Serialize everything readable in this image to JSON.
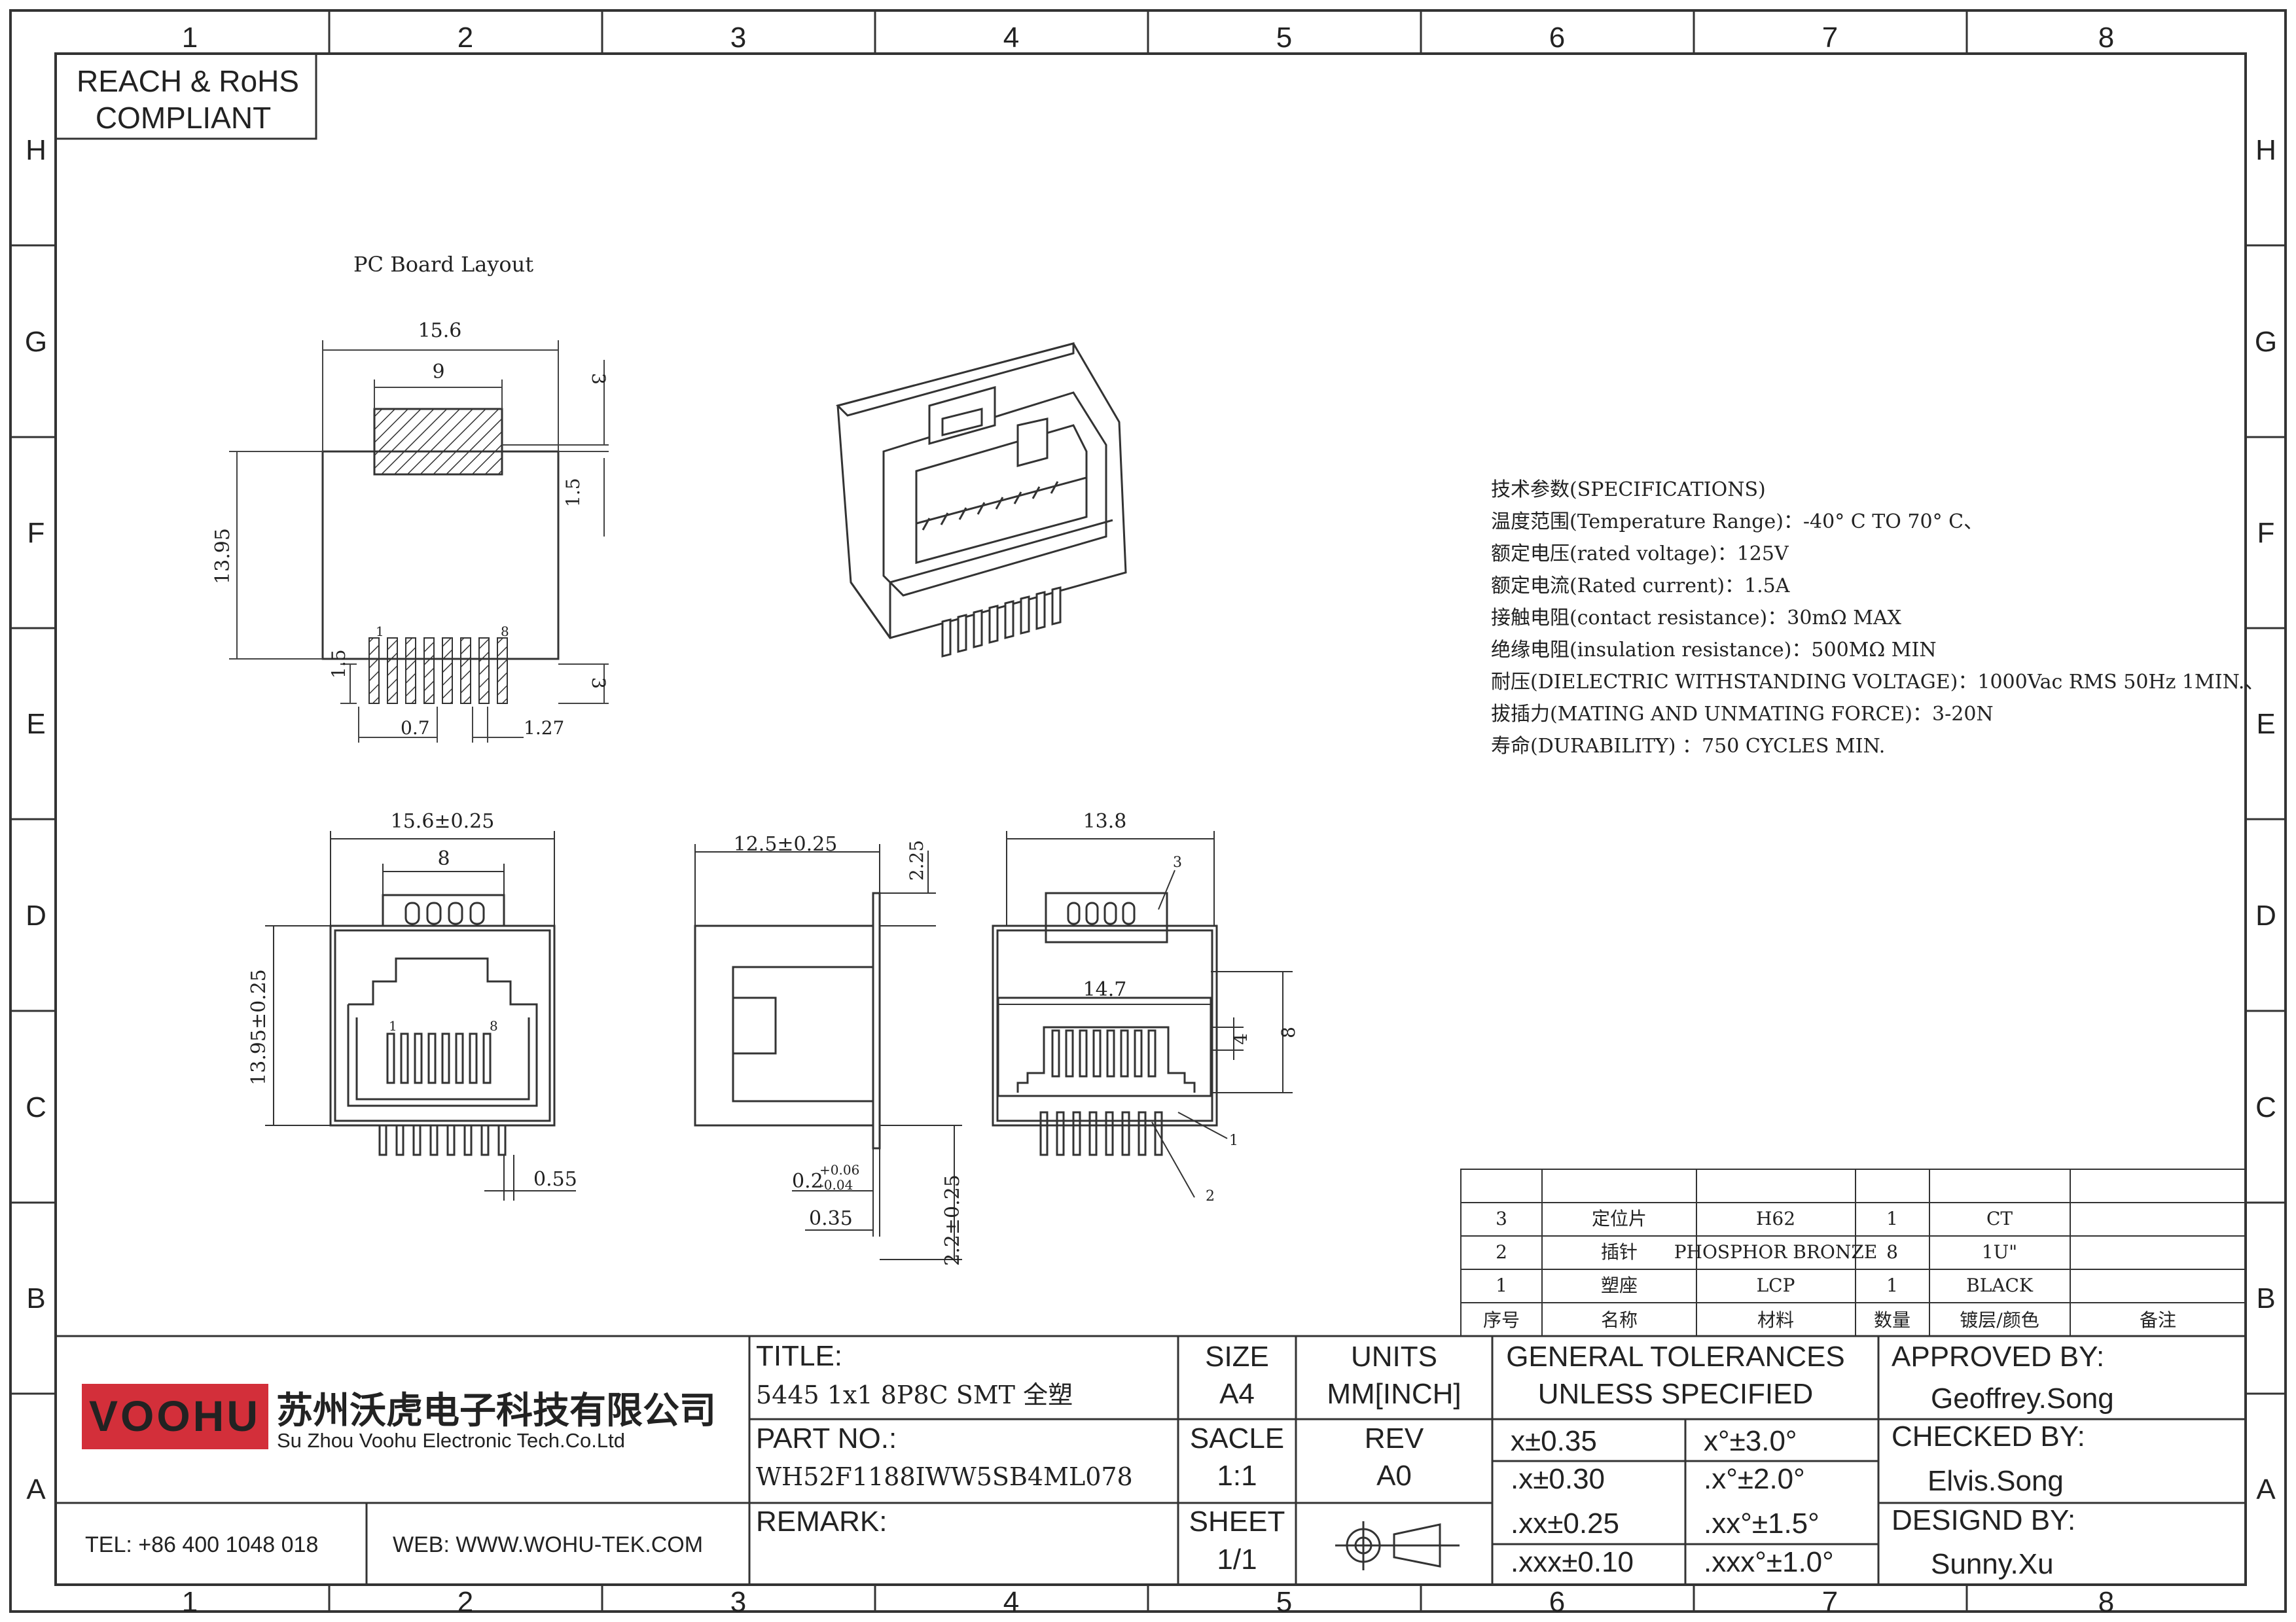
{
  "border": {
    "columns": [
      "1",
      "2",
      "3",
      "4",
      "5",
      "6",
      "7",
      "8"
    ],
    "rows": [
      "H",
      "G",
      "F",
      "E",
      "D",
      "C",
      "B",
      "A"
    ]
  },
  "compliance": {
    "line1": "REACH & RoHS",
    "line2": "COMPLIANT"
  },
  "pcb": {
    "title": "PC Board Layout",
    "dim_width": "15.6",
    "dim_top_pad": "9",
    "dim_top_gap": "3",
    "dim_side": "1.5",
    "dim_height": "13.95",
    "pin_first": "1",
    "pin_last": "8",
    "dim_bottom_left": "1.5",
    "dim_bottom_right": "3",
    "dim_pad_width": "0.7",
    "dim_pitch": "1.27"
  },
  "front_view": {
    "dim_width": "15.6±0.25",
    "dim_inner": "8",
    "dim_height": "13.95±0.25",
    "pin_first": "1",
    "pin_last": "8",
    "dim_pin": "0.55"
  },
  "side_view": {
    "dim_length": "12.5±0.25",
    "dim_top": "2.25",
    "dim_thick_base": "0.2",
    "dim_thick_plus": "+0.06",
    "dim_thick_minus": "-0.04",
    "dim_035": "0.35",
    "dim_bottom": "2.2±0.25"
  },
  "rear_view": {
    "dim_top": "13.8",
    "dim_inner": "14.7",
    "dim_4": "4",
    "dim_8": "8",
    "callout_1": "1",
    "callout_2": "2",
    "callout_3": "3"
  },
  "specs": [
    "技术参数(SPECIFICATIONS)",
    "温度范围(Temperature Range)：-40° C TO 70° C、",
    "额定电压(rated voltage)：125V",
    "额定电流(Rated current)：1.5A",
    "接触电阻(contact resistance)：30mΩ MAX",
    "绝缘电阻(insulation resistance)：500MΩ MIN",
    "耐压(DIELECTRIC WITHSTANDING VOLTAGE)：1000Vac RMS 50Hz 1MIN.、",
    "拔插力(MATING AND UNMATING FORCE)：3-20N",
    "寿命(DURABILITY) ：750 CYCLES MIN."
  ],
  "bom": {
    "rows": [
      [
        "3",
        "定位片",
        "H62",
        "1",
        "CT",
        ""
      ],
      [
        "2",
        "插针",
        "PHOSPHOR BRONZE",
        "8",
        "1U\"",
        ""
      ],
      [
        "1",
        "塑座",
        "LCP",
        "1",
        "BLACK",
        ""
      ]
    ],
    "header": [
      "序号",
      "名称",
      "材料",
      "数量",
      "镀层/颜色",
      "备注"
    ]
  },
  "title_block": {
    "logo": "VOOHU",
    "company_cn": "苏州沃虎电子科技有限公司",
    "company_en": "Su Zhou Voohu Electronic Tech.Co.Ltd",
    "tel": "TEL: +86 400 1048 018",
    "web": "WEB: WWW.WOHU-TEK.COM",
    "title_label": "TITLE:",
    "title_value": "5445 1x1 8P8C SMT 全塑",
    "part_label": "PART NO.:",
    "part_value": "WH52F1188IWW5SB4ML078",
    "remark_label": "REMARK:",
    "size_label": "SIZE",
    "size_value": "A4",
    "units_label": "UNITS",
    "units_value": "MM[INCH]",
    "scale_label": "SACLE",
    "scale_value": "1:1",
    "rev_label": "REV",
    "rev_value": "A0",
    "sheet_label": "SHEET",
    "sheet_value": "1/1",
    "tol_title1": "GENERAL TOLERANCES",
    "tol_title2": "UNLESS SPECIFIED",
    "tol": [
      [
        "x±0.35",
        "x°±3.0°"
      ],
      [
        ".x±0.30",
        ".x°±2.0°"
      ],
      [
        ".xx±0.25",
        ".xx°±1.5°"
      ],
      [
        ".xxx±0.10",
        ".xxx°±1.0°"
      ]
    ],
    "approved_label": "APPROVED BY:",
    "approved_value": "Geoffrey.Song",
    "checked_label": "CHECKED BY:",
    "checked_value": "Elvis.Song",
    "design_label": "DESIGND BY:",
    "design_value": "Sunny.Xu"
  }
}
